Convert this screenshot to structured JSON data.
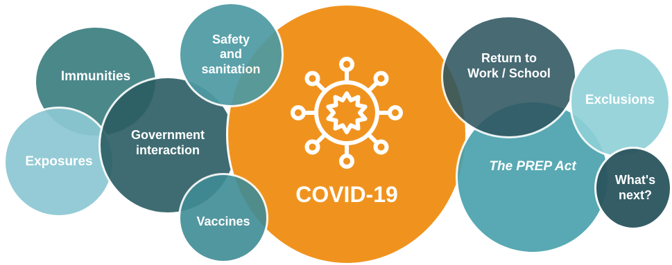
{
  "diagram": {
    "center": {
      "label": "COVID-19",
      "icon": "virus-icon",
      "color": "#f0931e"
    },
    "bubbles": [
      {
        "id": "immunities",
        "label": "Immunities",
        "color": "#3e7f82"
      },
      {
        "id": "exposures",
        "label": "Exposures",
        "color": "#8cc8d3"
      },
      {
        "id": "government-interaction",
        "label": "Government\ninteraction",
        "color": "#2b5d63"
      },
      {
        "id": "safety-and-sanitation",
        "label": "Safety\nand\nsanitation",
        "color": "#4d9aa3"
      },
      {
        "id": "vaccines",
        "label": "Vaccines",
        "color": "#3f8c95"
      },
      {
        "id": "return-to-work-school",
        "label": "Return to\nWork / School",
        "color": "#2e5660"
      },
      {
        "id": "the-prep-act",
        "label": "The PREP Act",
        "color": "#4aa2ad"
      },
      {
        "id": "exclusions",
        "label": "Exclusions",
        "color": "#8ed0d8"
      },
      {
        "id": "whats-next",
        "label": "What's\nnext?",
        "color": "#2b555e"
      }
    ]
  }
}
